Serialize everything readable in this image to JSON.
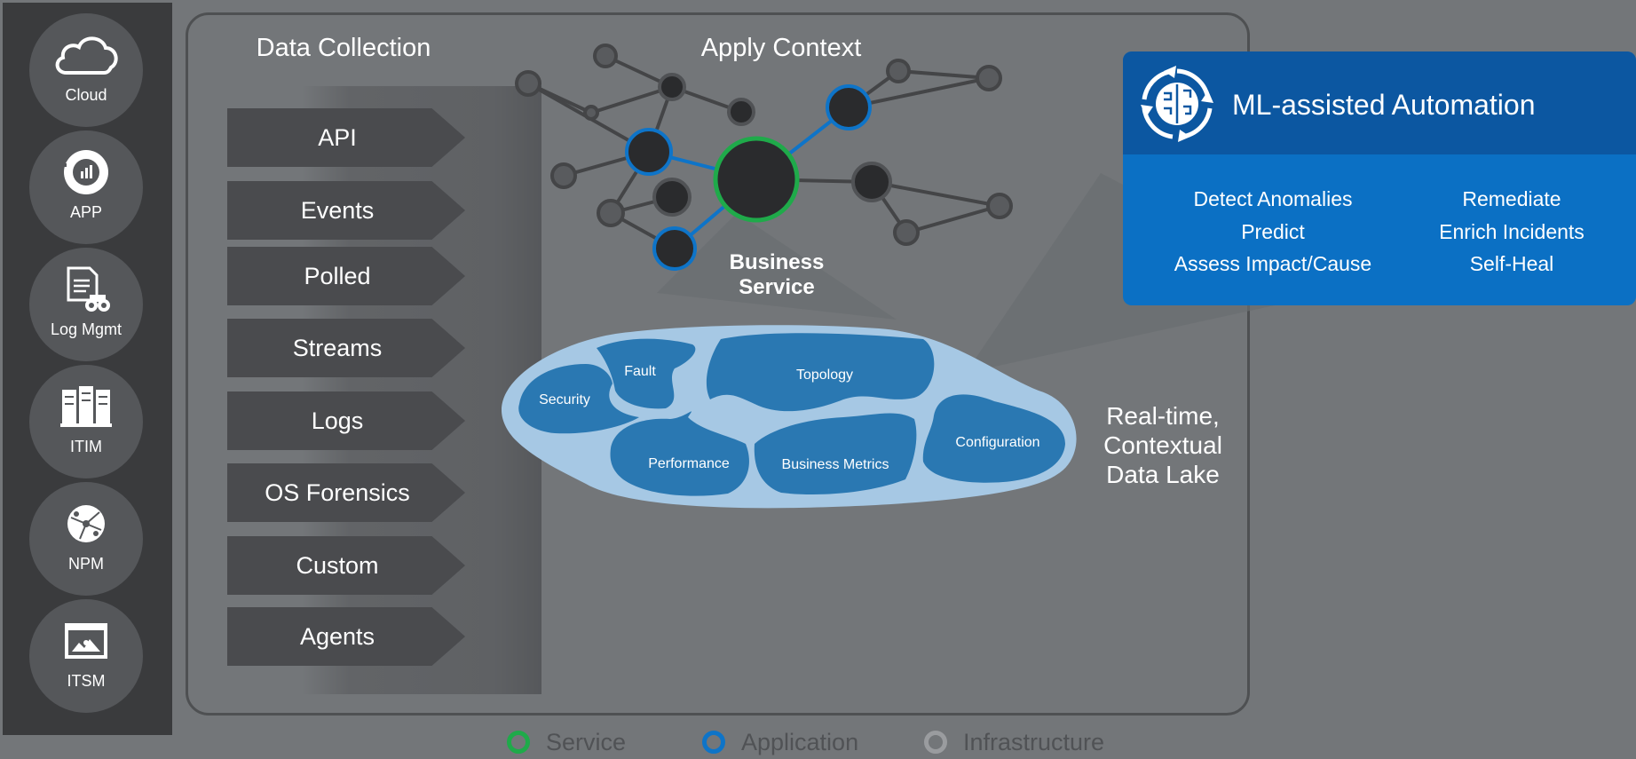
{
  "sidebar": {
    "items": [
      {
        "label": "Cloud",
        "icon": "cloud-icon"
      },
      {
        "label": "APP",
        "icon": "app-gauge-icon"
      },
      {
        "label": "Log Mgmt",
        "icon": "log-binoculars-icon"
      },
      {
        "label": "ITIM",
        "icon": "servers-icon"
      },
      {
        "label": "NPM",
        "icon": "network-globe-icon"
      },
      {
        "label": "ITSM",
        "icon": "itsm-window-icon"
      }
    ]
  },
  "data_collection": {
    "title": "Data Collection",
    "sources": [
      "API",
      "Events",
      "Polled",
      "Streams",
      "Logs",
      "OS Forensics",
      "Custom",
      "Agents"
    ]
  },
  "apply_context": {
    "title": "Apply Context",
    "center_label_line1": "Business",
    "center_label_line2": "Service"
  },
  "data_lake": {
    "label_line1": "Real-time,",
    "label_line2": "Contextual",
    "label_line3": "Data Lake",
    "regions": [
      "Security",
      "Fault",
      "Topology",
      "Performance",
      "Business Metrics",
      "Configuration"
    ]
  },
  "ml_card": {
    "title": "ML-assisted Automation",
    "left_col": [
      "Detect Anomalies",
      "Predict",
      "Assess Impact/Cause"
    ],
    "right_col": [
      "Remediate",
      "Enrich Incidents",
      "Self-Heal"
    ]
  },
  "legend": {
    "items": [
      {
        "label": "Service",
        "color": "#1faa4a"
      },
      {
        "label": "Application",
        "color": "#0e74c8"
      },
      {
        "label": "Infrastructure",
        "color": "#9a9c9f"
      }
    ]
  },
  "colors": {
    "background": "#737679",
    "sidebar": "#3a3b3d",
    "ml_header": "#0c57a1",
    "ml_body": "#0b70c4",
    "lake_outer": "#a6c8e4",
    "lake_region": "#2a78b2"
  }
}
